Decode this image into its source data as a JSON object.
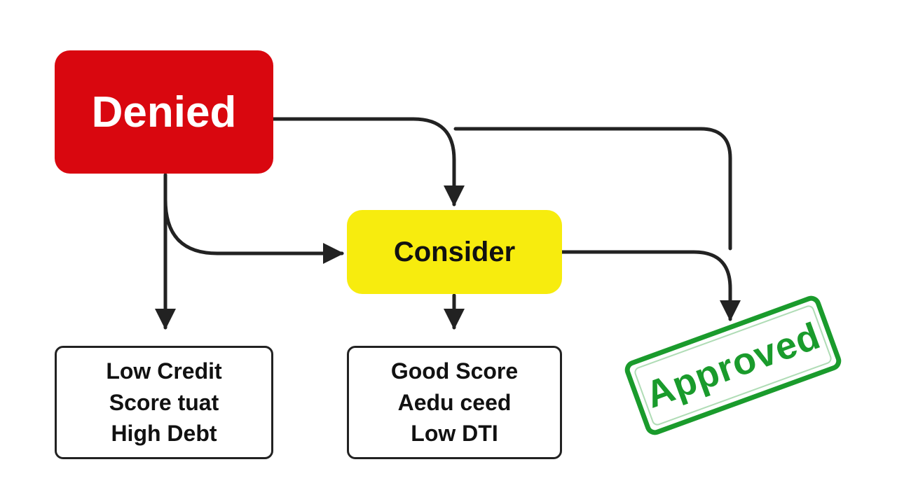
{
  "nodes": {
    "denied": "Denied",
    "consider": "Consider",
    "low_credit": "Low Credit\nScore tuat\nHigh Debt",
    "good_score": "Good Score\nAedu ceed\nLow DTI",
    "approved": "Approved"
  },
  "colors": {
    "denied": "#d9070f",
    "consider": "#f7ec0e",
    "approved": "#1a9b2c",
    "connector": "#222222"
  }
}
